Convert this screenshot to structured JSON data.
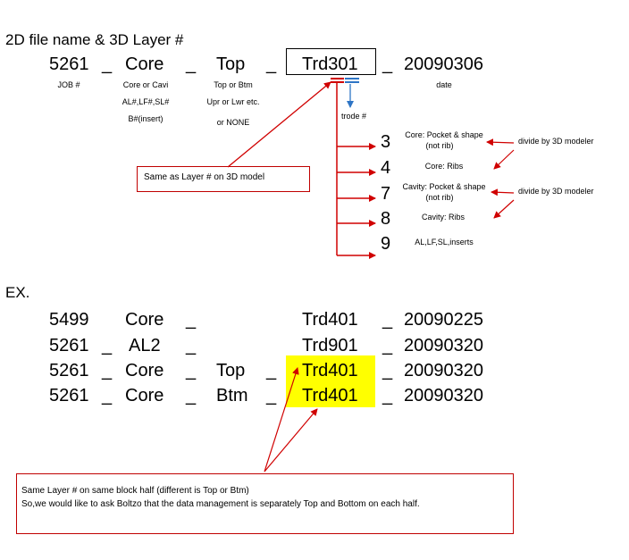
{
  "heading": "2D file name & 3D Layer #",
  "example_heading": "EX.",
  "template": {
    "job": "5261",
    "sep1": "_",
    "cavity": "Core",
    "sep2": "_",
    "side": "Top",
    "sep3": "_",
    "layer": "Trd301",
    "sep4": "_",
    "date": "20090306"
  },
  "descriptions": {
    "job": "JOB #",
    "cavity": [
      "Core or Cavi",
      "AL#,LF#,SL#",
      "B#(insert)"
    ],
    "side": [
      "Top or Btm",
      "Upr or Lwr etc.",
      "or NONE"
    ],
    "date": "date",
    "trode": "trode #"
  },
  "breakdown": [
    {
      "num": "3",
      "label": "Core: Pocket & shape",
      "sub": "(not rib)"
    },
    {
      "num": "4",
      "label": "Core: Ribs",
      "sub": ""
    },
    {
      "num": "7",
      "label": "Cavity: Pocket & shape",
      "sub": "(not rib)"
    },
    {
      "num": "8",
      "label": "Cavity: Ribs",
      "sub": ""
    },
    {
      "num": "9",
      "label": "AL,LF,SL,inserts",
      "sub": ""
    }
  ],
  "divide_label_1": "divide by 3D modeler",
  "divide_label_2": "divide by 3D modeler",
  "note1": "Same as Layer # on 3D model",
  "examples": [
    {
      "job": "5499",
      "sep1": "",
      "cavity": "Core",
      "sep2": "_",
      "side": "",
      "sep3": "",
      "layer": "Trd401",
      "sep4": "_",
      "date": "20090225",
      "highlight": false
    },
    {
      "job": "5261",
      "sep1": "_",
      "cavity": "AL2",
      "sep2": "_",
      "side": "",
      "sep3": "",
      "layer": "Trd901",
      "sep4": "_",
      "date": "20090320",
      "highlight": false
    },
    {
      "job": "5261",
      "sep1": "_",
      "cavity": "Core",
      "sep2": "_",
      "side": "Top",
      "sep3": "_",
      "layer": "Trd401",
      "sep4": "_",
      "date": "20090320",
      "highlight": true
    },
    {
      "job": "5261",
      "sep1": "_",
      "cavity": "Core",
      "sep2": "_",
      "side": "Btm",
      "sep3": "_",
      "layer": "Trd401",
      "sep4": "_",
      "date": "20090320",
      "highlight": true
    }
  ],
  "note2_line1": "Same Layer # on same block half  (different is Top or Btm)",
  "note2_line2": "So,we would like to ask Boltzo that the data management is separately Top and Bottom on each half.",
  "colors": {
    "red": "#d00000",
    "blue": "#2e75c5",
    "highlight": "#ffff00"
  }
}
